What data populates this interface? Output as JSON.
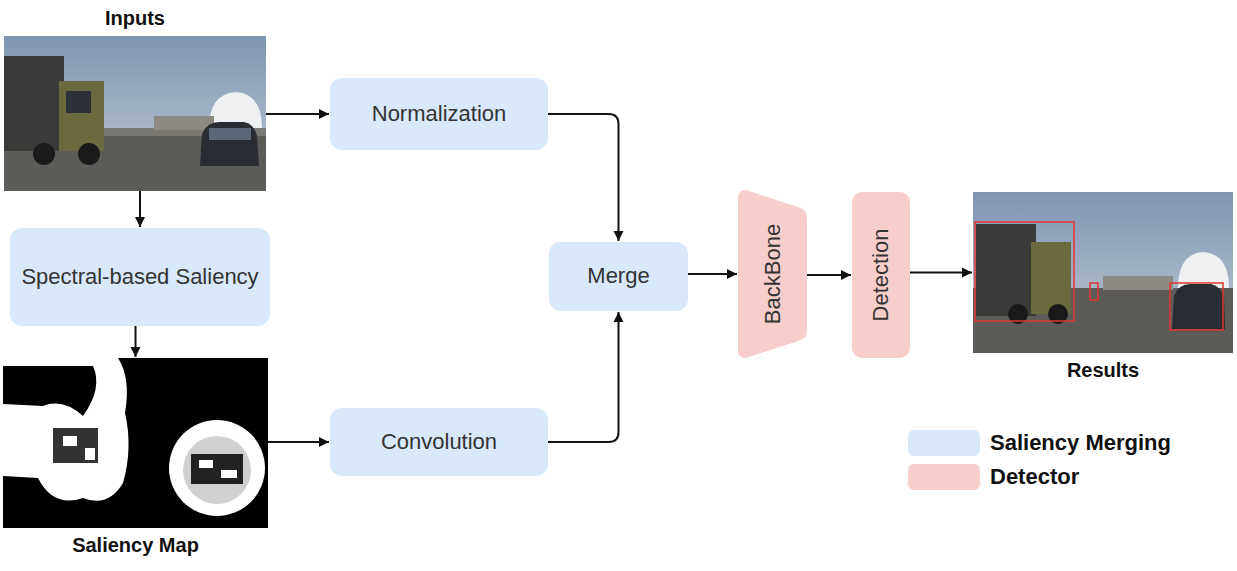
{
  "diagram": {
    "nodes": [
      {
        "text": [
          "Inputs"
        ]
      },
      {
        "text": [
          "Normalization"
        ]
      },
      {
        "text": [
          "Spectral-based Saliency"
        ]
      },
      {
        "text": [
          "Saliency Map"
        ]
      },
      {
        "text": [
          "Convolution"
        ]
      },
      {
        "text": [
          "Merge"
        ]
      },
      {
        "text": [
          "BackBone"
        ]
      },
      {
        "text": [
          "Detection"
        ]
      },
      {
        "text": [
          "Results"
        ]
      }
    ],
    "edges": [
      {
        "from": 0,
        "to": 1,
        "arrow": "to"
      },
      {
        "from": 0,
        "to": 2,
        "arrow": "to"
      },
      {
        "from": 2,
        "to": 3,
        "arrow": "to"
      },
      {
        "from": 1,
        "to": 5,
        "arrow": "to"
      },
      {
        "from": 3,
        "to": 4,
        "arrow": "to"
      },
      {
        "from": 4,
        "to": 5,
        "arrow": "to"
      },
      {
        "from": 5,
        "to": 6,
        "arrow": "to"
      },
      {
        "from": 6,
        "to": 7,
        "arrow": "to"
      },
      {
        "from": 7,
        "to": 8,
        "arrow": "to"
      }
    ],
    "legend": [
      {
        "text": "Saliency Merging",
        "color": "#dae8fc"
      },
      {
        "text": "Detector",
        "color": "#f8cecc"
      }
    ]
  }
}
